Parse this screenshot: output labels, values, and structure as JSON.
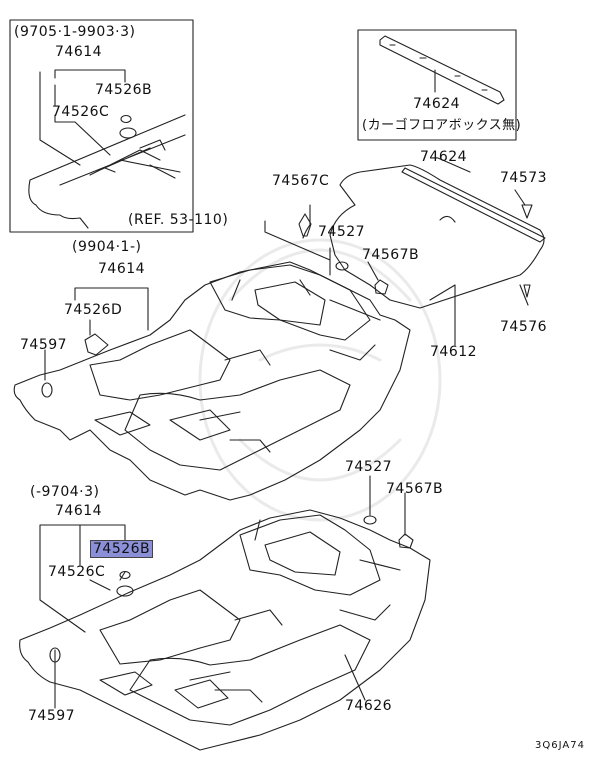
{
  "diagram": {
    "code": "3Q6JA74",
    "labels": {
      "top_box_date": "(9705·1-9903·3)",
      "top_box_74614": "74614",
      "top_box_74526b": "74526B",
      "top_box_74526c": "74526C",
      "cargo_74624": "74624",
      "cargo_note": "(カーゴフロアボックス無)",
      "p74624": "74624",
      "p74573": "74573",
      "p74567c": "74567C",
      "ref": "(REF. 53-110)",
      "p74527_top": "74527",
      "p74567b_top": "74567B",
      "mid_date": "(9904·1-)",
      "mid_74614": "74614",
      "mid_74526d": "74526D",
      "p74597_top": "74597",
      "p74612": "74612",
      "p74576": "74576",
      "p74527_bot": "74527",
      "p74567b_bot": "74567B",
      "bot_date": "(-9704·3)",
      "bot_74614": "74614",
      "bot_74526b": "74526B",
      "bot_74526c": "74526C",
      "p74597_bot": "74597",
      "p74626": "74626"
    },
    "highlighted": "bot_74526b"
  }
}
